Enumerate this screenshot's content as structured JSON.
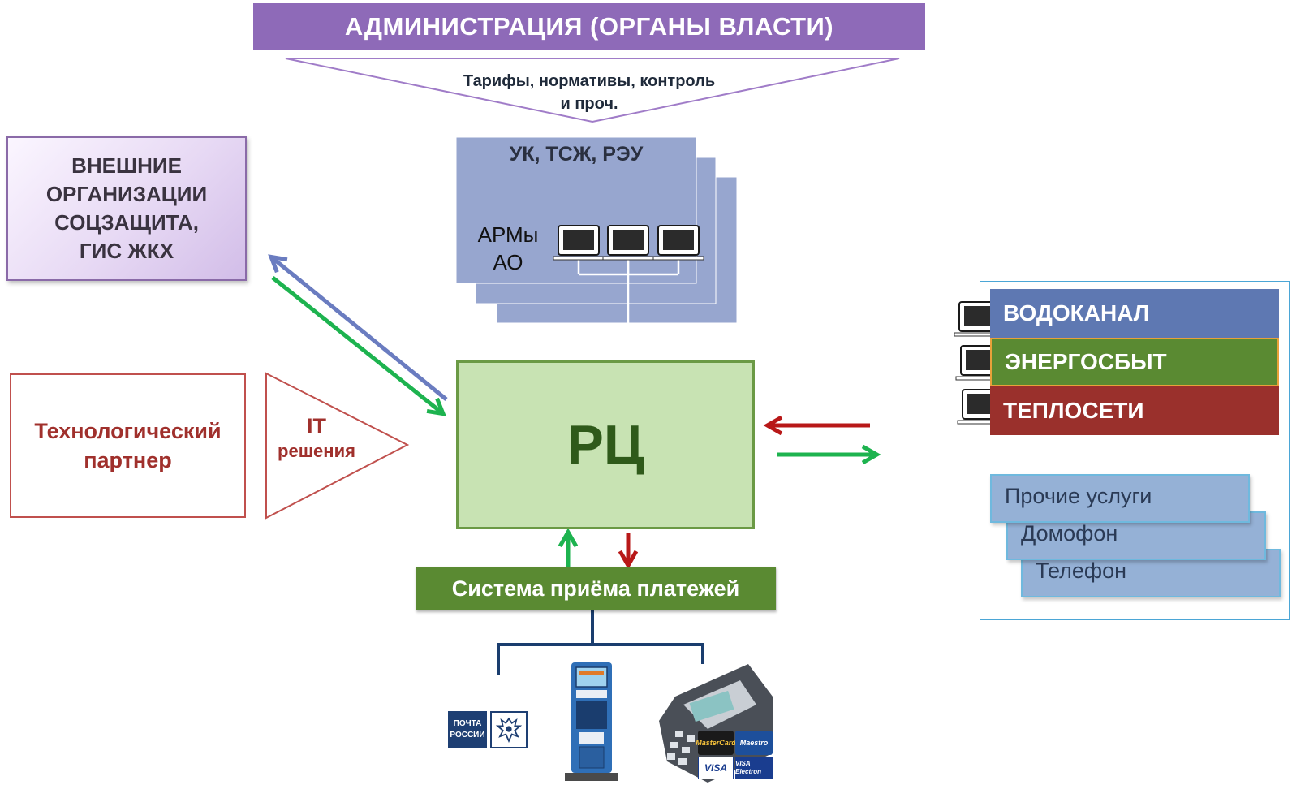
{
  "administration": {
    "title": "АДМИНИСТРАЦИЯ (ОРГАНЫ ВЛАСТИ)",
    "note_line1": "Тарифы, нормативы, контроль",
    "note_line2": "и  проч."
  },
  "external_orgs": {
    "line1": "ВНЕШНИЕ",
    "line2": "ОРГАНИЗАЦИИ",
    "line3": "СОЦЗАЩИТА,",
    "line4": "ГИС ЖКХ"
  },
  "management": {
    "title": "УК, ТСЖ, РЭУ",
    "arm_line1": "АРМы",
    "arm_line2": "АО"
  },
  "center": {
    "label": "РЦ"
  },
  "tech_partner": {
    "line1": "Технологический",
    "line2": "партнер",
    "it_line1": "IT",
    "it_line2": "решения"
  },
  "payment_system": {
    "label": "Система приёма платежей"
  },
  "utilities": {
    "items": [
      {
        "label": "ВОДОКАНАЛ",
        "color": "#5e78b2"
      },
      {
        "label": "ЭНЕРГОСБЫТ",
        "color": "#5a8a32"
      },
      {
        "label": "ТЕПЛОСЕТИ",
        "color": "#9a302c"
      }
    ]
  },
  "other_services": {
    "items": [
      "Прочие услуги",
      "Домофон",
      "Телефон"
    ]
  },
  "payment_channels": {
    "post": {
      "line1": "ПОЧТА",
      "line2": "РОССИИ"
    },
    "terminal_icon": "payment-terminal-icon",
    "pos_icon": "card-pos-terminal-icon",
    "cards": [
      "MasterCard",
      "Maestro",
      "VISA",
      "VISA Electron"
    ]
  },
  "colors": {
    "admin": "#8e6ab8",
    "rc": "#c8e3b3",
    "payment": "#5a8a32",
    "arrow_green": "#1db34f",
    "arrow_red": "#b81818",
    "arrow_blue": "#6a7cc0"
  }
}
